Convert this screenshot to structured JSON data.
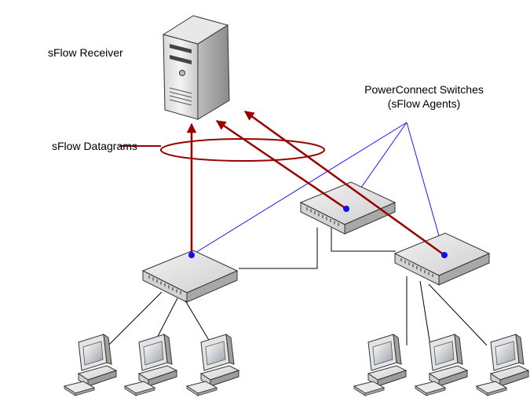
{
  "labels": {
    "receiver": "sFlow Receiver",
    "switches_line1": "PowerConnect Switches",
    "switches_line2": "(sFlow Agents)",
    "datagrams": "sFlow Datagrams"
  },
  "colors": {
    "datagram_arrow": "#990000",
    "agent_line": "#1a1aff",
    "agent_dot": "#1010ee",
    "cable": "#000000",
    "device_body": "#e8e8e8",
    "device_outline": "#333333"
  },
  "icons": {
    "receiver": "server-tower-icon",
    "switch": "network-switch-icon",
    "workstation": "desktop-computer-icon"
  }
}
